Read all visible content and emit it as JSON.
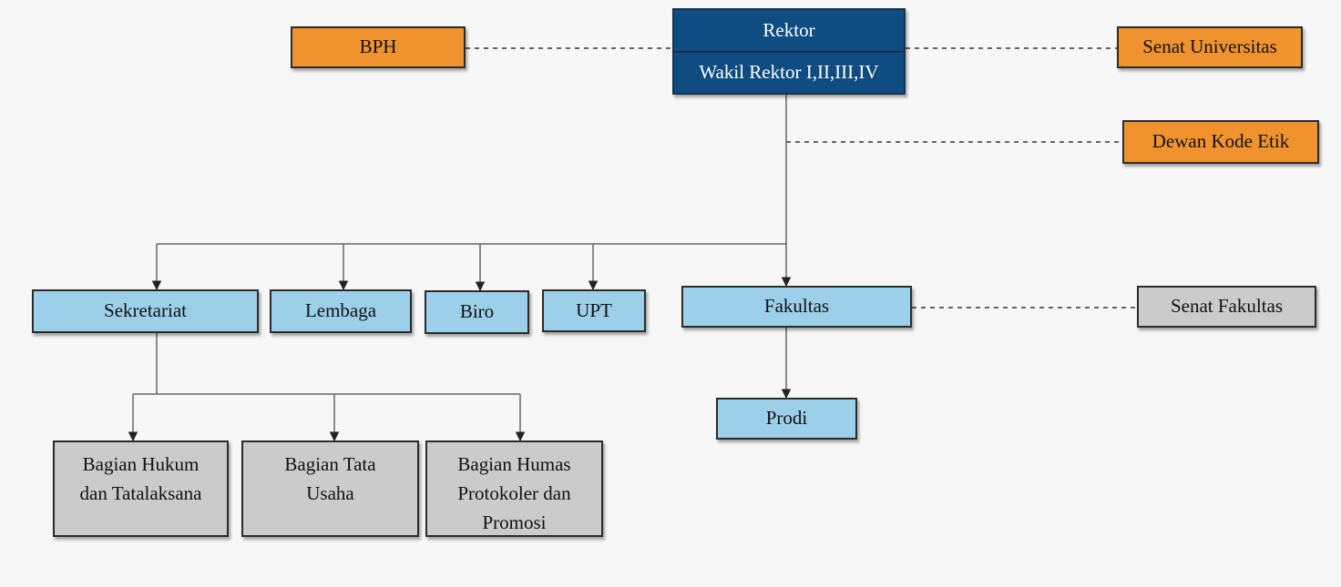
{
  "rektor": {
    "title": "Rektor",
    "wakil": "Wakil Rektor I,II,III,IV"
  },
  "side_units": {
    "bph": "BPH",
    "senat_universitas": "Senat Universitas",
    "dewan_kode_etik": "Dewan Kode Etik",
    "senat_fakultas": "Senat Fakultas"
  },
  "units": {
    "sekretariat": "Sekretariat",
    "lembaga": "Lembaga",
    "biro": "Biro",
    "upt": "UPT",
    "fakultas": "Fakultas",
    "prodi": "Prodi"
  },
  "sekretariat_parts": {
    "hukum": [
      "Bagian Hukum",
      "dan Tatalaksana"
    ],
    "tata_usaha": [
      "Bagian Tata",
      "Usaha"
    ],
    "humas": [
      "Bagian Humas",
      "Protokoler dan",
      "Promosi"
    ]
  },
  "colors": {
    "top_box": "#0f4c81",
    "side_box": "#f0932f",
    "unit_box": "#9ccfea",
    "sub_box": "#cbcbcb"
  }
}
